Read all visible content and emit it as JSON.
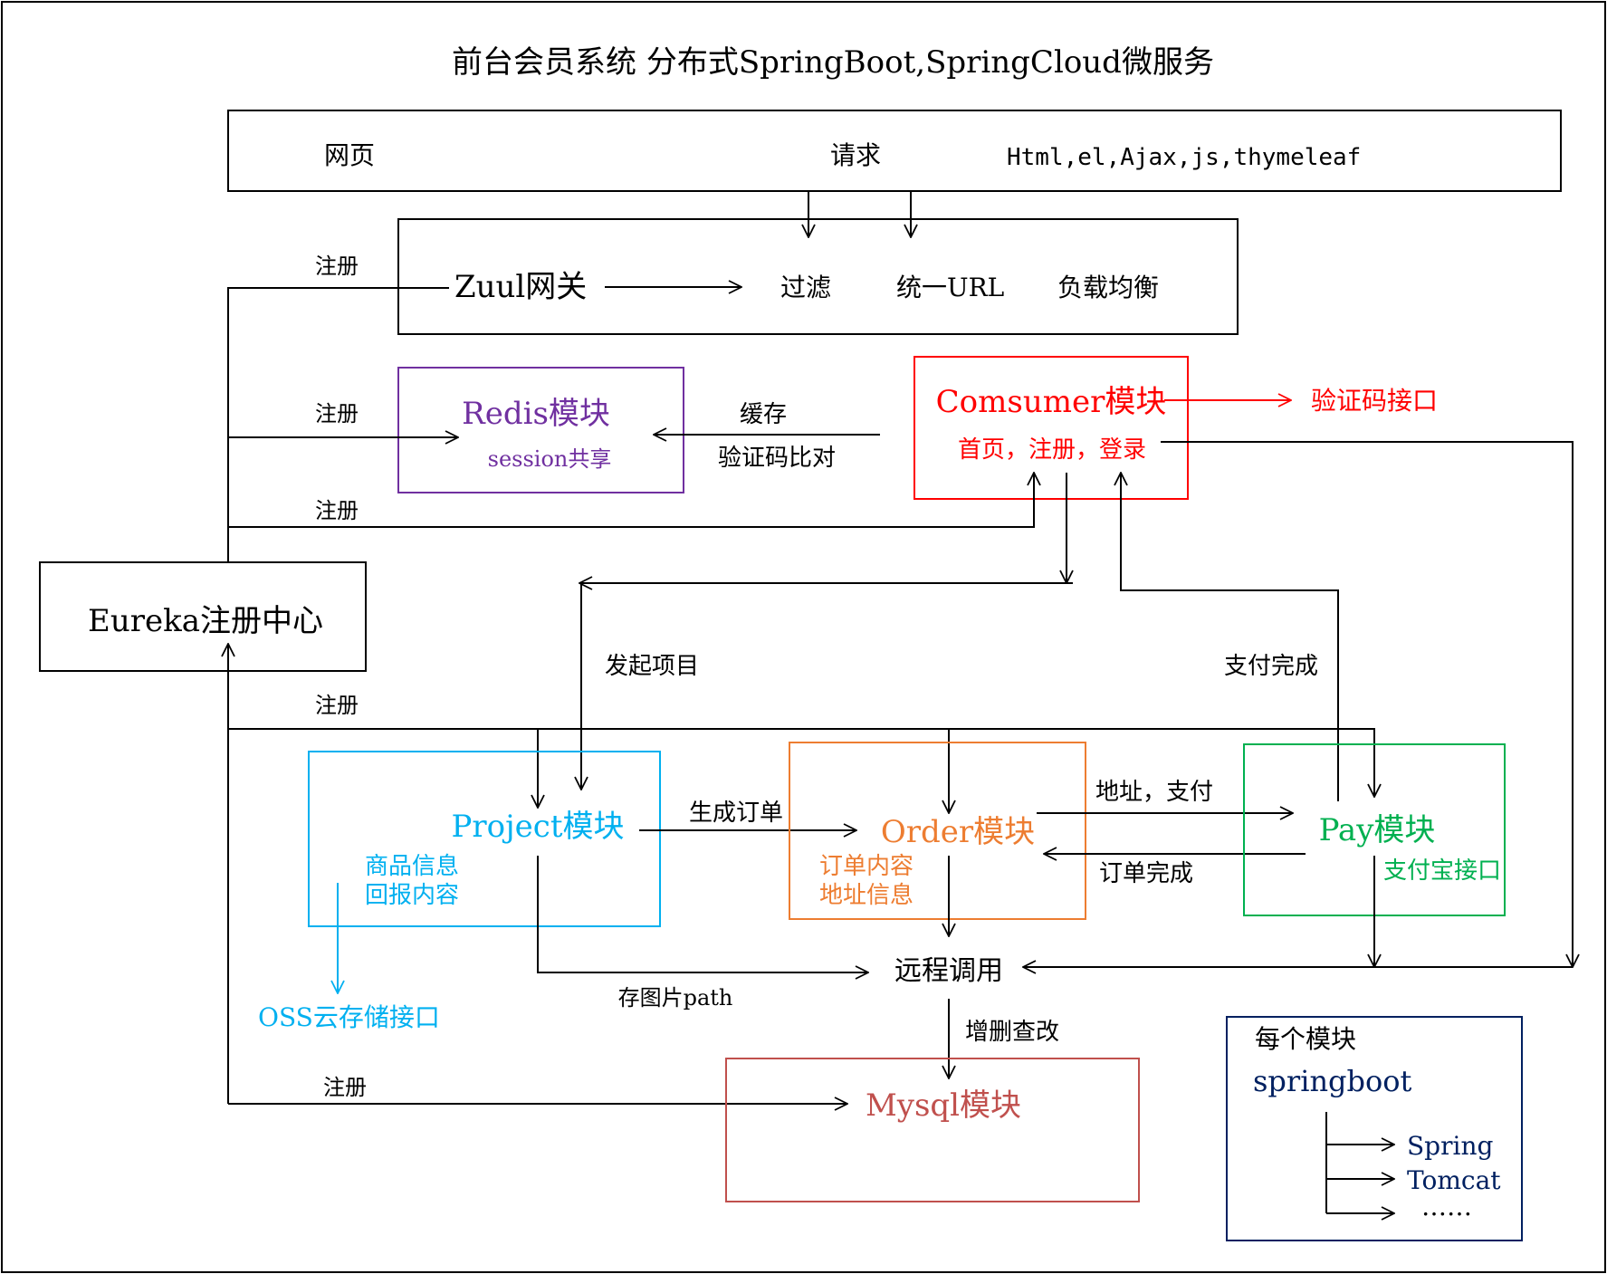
{
  "title": "前台会员系统 分布式SpringBoot,SpringCloud微服务",
  "colors": {
    "black": "#000000",
    "redis": "#7030a0",
    "consumer": "#ff0000",
    "project": "#00b0f0",
    "order": "#ed7d31",
    "pay": "#00b050",
    "mysql": "#c0504d",
    "legend": "#002060"
  },
  "web": {
    "label": "网页",
    "request": "请求",
    "tech": "Html,el,Ajax,js,thymeleaf"
  },
  "zuul": {
    "label": "Zuul网关",
    "filter": "过滤",
    "url": "统一URL",
    "balance": "负载均衡"
  },
  "redis": {
    "label": "Redis模块",
    "sub": "session共享",
    "cache": "缓存",
    "verify": "验证码比对"
  },
  "consumer": {
    "label": "Comsumer模块",
    "sub": "首页，注册，登录",
    "captcha": "验证码接口"
  },
  "eureka": {
    "label": "Eureka注册中心"
  },
  "register": {
    "r1": "注册",
    "r2": "注册",
    "r3": "注册",
    "r4": "注册",
    "r5": "注册"
  },
  "project": {
    "label": "Project模块",
    "sub1": "商品信息",
    "sub2": "回报内容",
    "launch": "发起项目",
    "oss": "OSS云存储接口",
    "img": "存图片path"
  },
  "order": {
    "label": "Order模块",
    "sub1": "订单内容",
    "sub2": "地址信息",
    "create": "生成订单",
    "addr": "地址，支付",
    "done": "订单完成"
  },
  "pay": {
    "label": "Pay模块",
    "sub": "支付宝接口",
    "done": "支付完成"
  },
  "remote": {
    "label": "远程调用",
    "crud": "增删查改"
  },
  "mysql": {
    "label": "Mysql模块"
  },
  "legend": {
    "title": "每个模块",
    "sb": "springboot",
    "spring": "Spring",
    "tomcat": "Tomcat",
    "more": "……"
  }
}
